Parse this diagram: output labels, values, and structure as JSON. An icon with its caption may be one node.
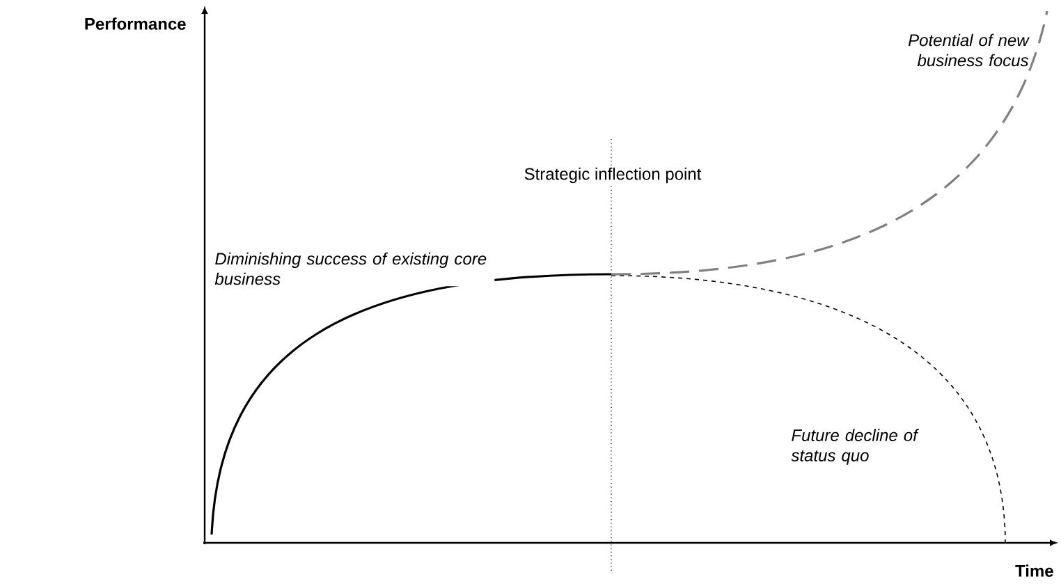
{
  "diagram": {
    "labels": [
      "Performance",
      "Potential of new business focus",
      "Strategic inflection point",
      "Diminishing success of existing core business",
      "Future decline of status quo",
      "Time"
    ]
  }
}
